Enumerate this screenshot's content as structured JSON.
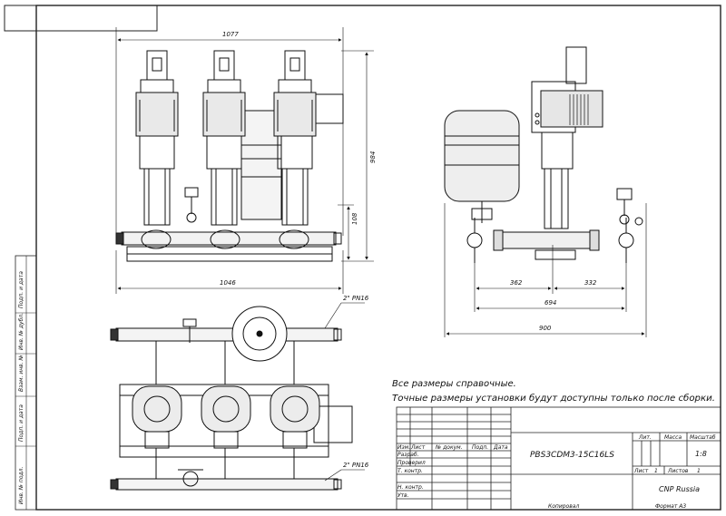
{
  "dimensions": {
    "overall_width_top": "1077",
    "height_total": "984",
    "base_height": "108",
    "frame_width": "1046",
    "side_left": "362",
    "side_right": "332",
    "side_total": "694",
    "side_overall": "900",
    "pipe_top": "2\" PN16",
    "pipe_bottom": "2\" PN16"
  },
  "notes": {
    "line1": "Все размеры справочные.",
    "line2": "Точные размеры установки будут доступны только после сборки."
  },
  "side_labels": [
    "Подп. и дата",
    "Инв. № дубл.",
    "Взам. инв. №",
    "Подп. и дата",
    "Инв. № подл."
  ],
  "title_block": {
    "designation": "PBS3CDM3-15C16LS",
    "col_lit": "Лит.",
    "col_mass": "Масса",
    "col_scale": "Масштаб",
    "scale_value": "1:8",
    "sheet_label": "Лист",
    "sheet_value": "1",
    "sheets_label": "Листов",
    "sheets_value": "1",
    "company": "CNP Russia",
    "copied": "Копировал",
    "format": "Формат А3",
    "rows": [
      "Изм.",
      "Лист",
      "№ докум.",
      "Подп.",
      "Дата"
    ],
    "roles": [
      "Разраб.",
      "Проверил",
      "Т. контр.",
      "",
      "Н. контр.",
      "Утв."
    ]
  }
}
